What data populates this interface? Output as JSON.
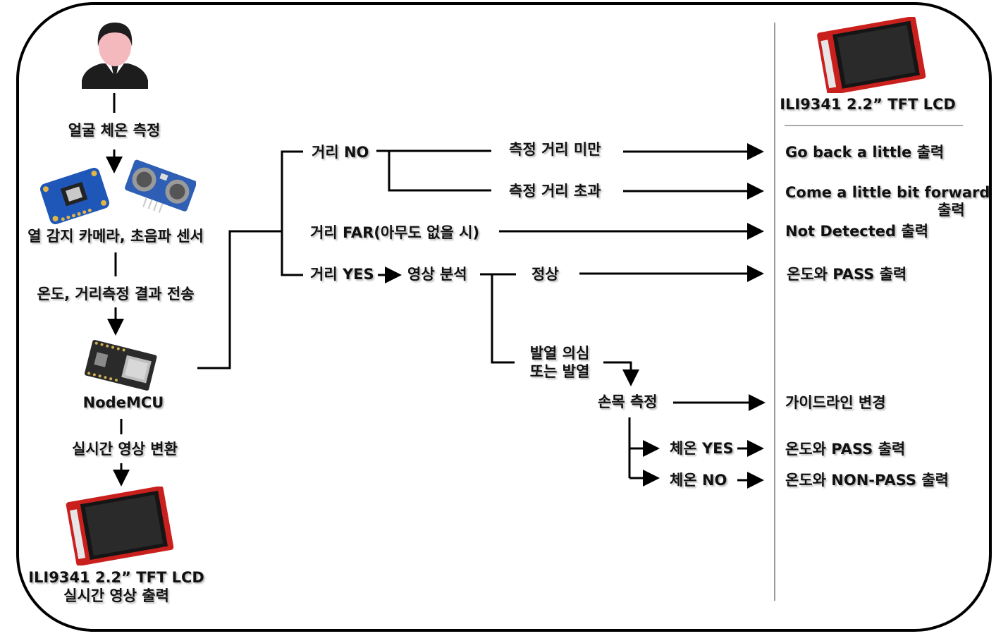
{
  "left": {
    "face_measure": "얼굴 체온 측정",
    "sensors": "열 감지 카메라, 초음파 센서",
    "send_result": "온도, 거리측정 결과 전송",
    "mcu": "NodeMCU",
    "convert": "실시간 영상 변환",
    "lcd_line1": "ILI9341 2.2” TFT LCD",
    "lcd_line2": "실시간 영상 출력"
  },
  "middle": {
    "dist_no": "거리 NO",
    "below": "측정 거리 미만",
    "above": "측정 거리 초과",
    "dist_far": "거리 FAR(아무도 없을 시)",
    "dist_yes": "거리 YES",
    "analysis": "영상 분석",
    "normal": "정상",
    "fever_line1": "발열 의심",
    "fever_line2": "또는 발열",
    "wrist": "손목 측정",
    "temp_yes": "체온 YES",
    "temp_no": "체온 NO"
  },
  "right": {
    "lcd_title": "ILI9341 2.2” TFT LCD",
    "out_back": "Go back a little 출력",
    "out_forward_line1": "Come a little bit forward",
    "out_forward_line2": "출력",
    "out_not_detected": "Not Detected 출력",
    "out_pass1": "온도와 PASS 출력",
    "out_guideline": "가이드라인 변경",
    "out_pass2": "온도와 PASS 출력",
    "out_nonpass": "온도와 NON-PASS 출력"
  }
}
